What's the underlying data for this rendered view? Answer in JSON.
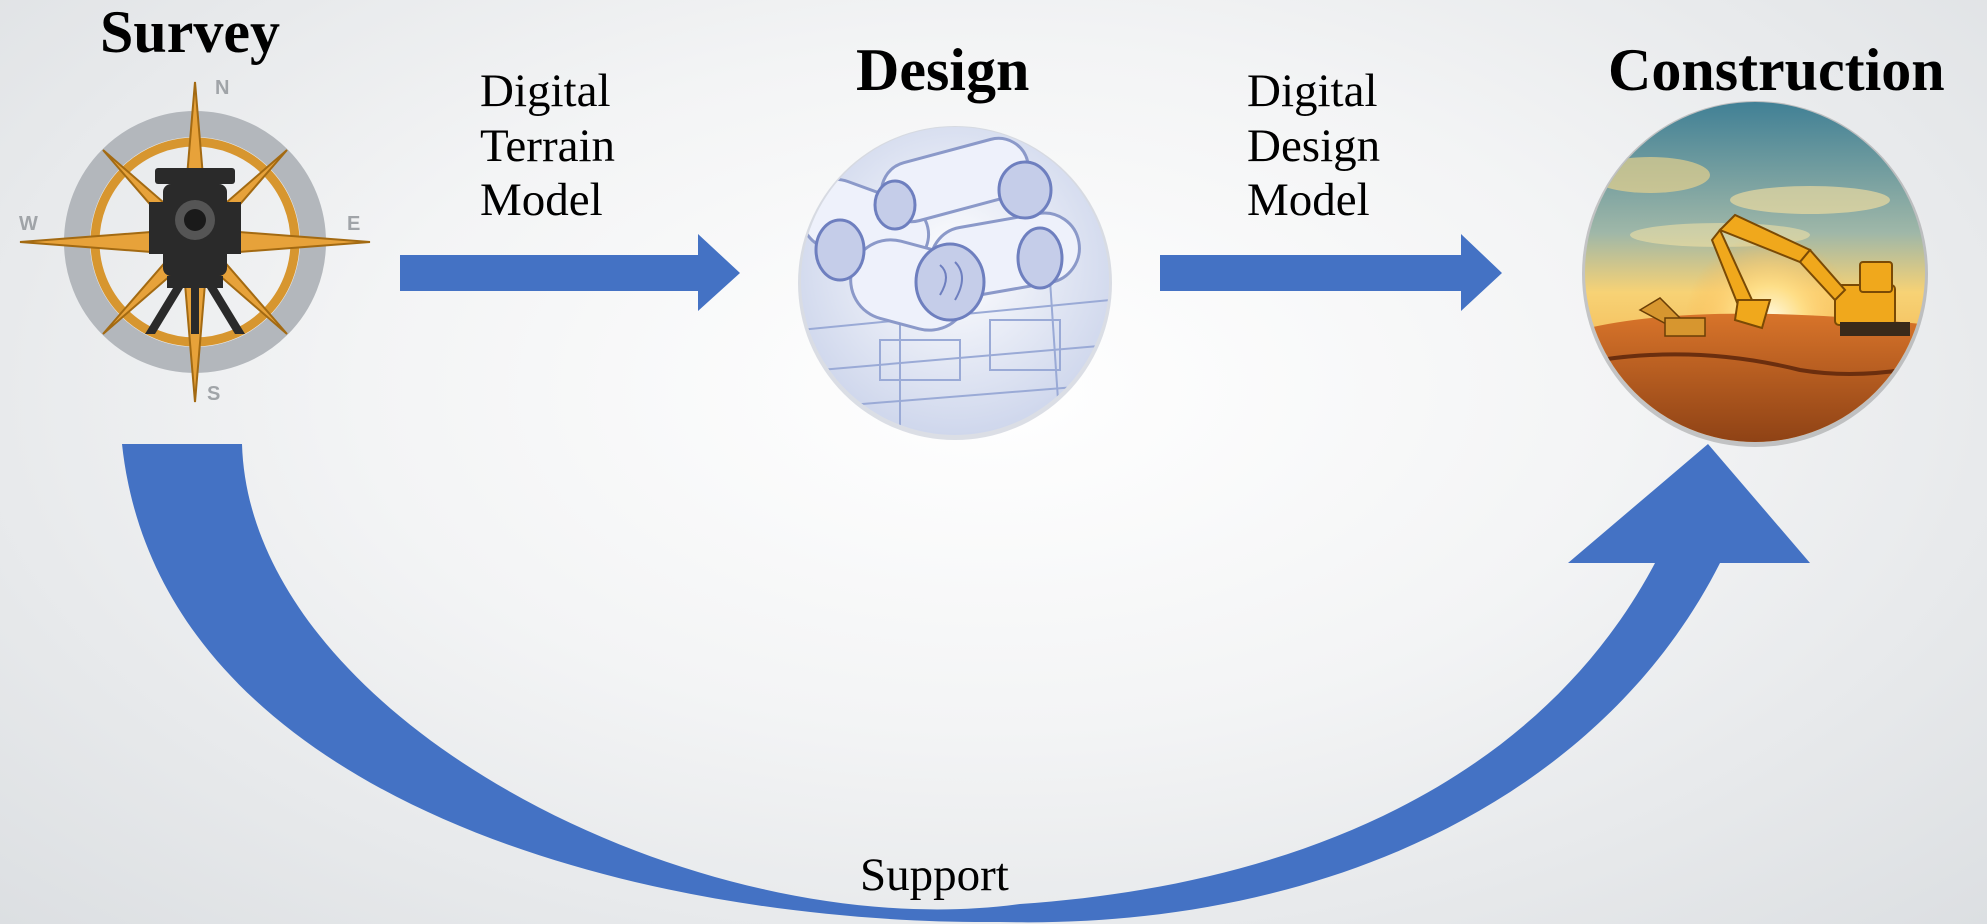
{
  "stages": [
    {
      "key": "survey",
      "title": "Survey",
      "icon": "compass-total-station-icon"
    },
    {
      "key": "design",
      "title": "Design",
      "icon": "blueprints-photo"
    },
    {
      "key": "construction",
      "title": "Construction",
      "icon": "excavator-photo"
    }
  ],
  "flows": [
    {
      "from": "survey",
      "to": "design",
      "label_lines": [
        "Digital",
        "Terrain",
        "Model"
      ]
    },
    {
      "from": "design",
      "to": "construction",
      "label_lines": [
        "Digital",
        "Design",
        "Model"
      ]
    },
    {
      "from": "survey",
      "to": "construction",
      "label": "Support"
    }
  ],
  "compass_letters": {
    "north": "N",
    "south": "S",
    "east": "E",
    "west": "W"
  },
  "colors": {
    "arrow": "#4472c4",
    "compass_ring": "#d7962f",
    "compass_outer": "#b3b7bc",
    "sunset": "#f3a12a",
    "excavator": "#f0a81c"
  }
}
